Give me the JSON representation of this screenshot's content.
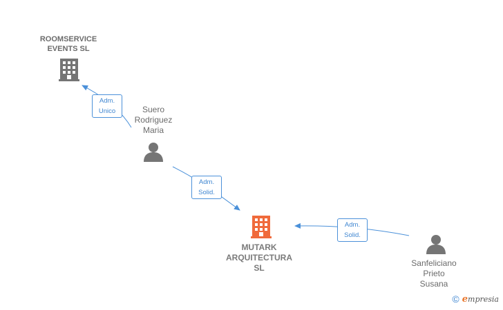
{
  "nodes": {
    "roomservice": {
      "label": "ROOMSERVICE\nEVENTS  SL",
      "icon": "building-icon",
      "color": "#757575"
    },
    "suero": {
      "label": "Suero\nRodriguez\nMaria",
      "icon": "person-icon",
      "color": "#757575"
    },
    "mutark": {
      "label": "MUTARK\nARQUITECTURA\nSL",
      "icon": "building-icon",
      "color": "#f06a3b"
    },
    "sanfeliciano": {
      "label": "Sanfeliciano\nPrieto\nSusana",
      "icon": "person-icon",
      "color": "#757575"
    }
  },
  "edges": {
    "suero_to_roomservice": {
      "label": "Adm.\nUnico"
    },
    "suero_to_mutark": {
      "label": "Adm.\nSolid."
    },
    "sanfeliciano_to_mutark": {
      "label": "Adm.\nSolid."
    }
  },
  "colors": {
    "edge": "#4a90d9"
  },
  "footer": {
    "copyright_symbol": "©",
    "brand_first": "e",
    "brand_rest": "mpresia"
  }
}
